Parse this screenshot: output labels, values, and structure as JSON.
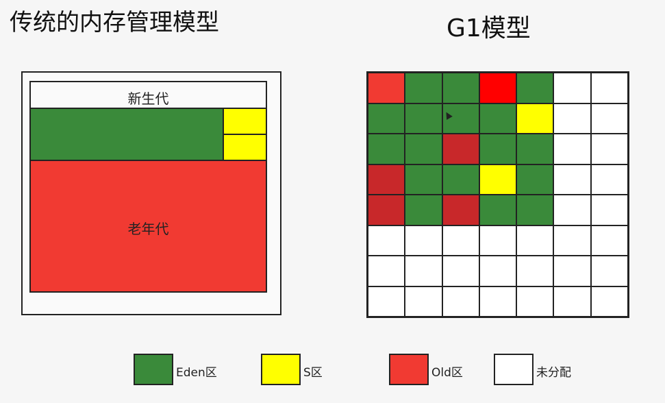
{
  "titles": {
    "left": "传统的内存管理模型",
    "right": "G1模型"
  },
  "traditional": {
    "young_label": "新生代",
    "old_label": "老年代"
  },
  "g1_grid": {
    "rows": 8,
    "cols": 7,
    "cells": [
      [
        "old-bright",
        "eden",
        "eden",
        "old-vivid",
        "eden",
        "free",
        "free"
      ],
      [
        "eden",
        "eden",
        "eden",
        "eden",
        "survivor",
        "free",
        "free"
      ],
      [
        "eden",
        "eden",
        "old",
        "eden",
        "eden",
        "free",
        "free"
      ],
      [
        "old",
        "eden",
        "eden",
        "survivor",
        "eden",
        "free",
        "free"
      ],
      [
        "old",
        "eden",
        "old",
        "eden",
        "eden",
        "free",
        "free"
      ],
      [
        "free",
        "free",
        "free",
        "free",
        "free",
        "free",
        "free"
      ],
      [
        "free",
        "free",
        "free",
        "free",
        "free",
        "free",
        "free"
      ],
      [
        "free",
        "free",
        "free",
        "free",
        "free",
        "free",
        "free"
      ]
    ]
  },
  "colors": {
    "eden": "#3a8a3a",
    "survivor": "#ffff00",
    "old": "#c8282a",
    "old-bright": "#f13a32",
    "old-vivid": "#ff0000",
    "free": "#ffffff"
  },
  "legend": [
    {
      "label": "Eden区",
      "color": "#3a8a3a"
    },
    {
      "label": "S区",
      "color": "#ffff00"
    },
    {
      "label": "Old区",
      "color": "#f13a32"
    },
    {
      "label": "未分配",
      "color": "#ffffff"
    }
  ]
}
